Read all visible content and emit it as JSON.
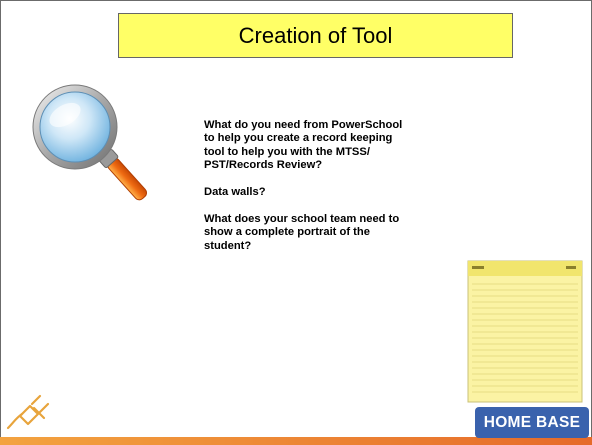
{
  "slide": {
    "title": "Creation of Tool",
    "paragraphs": [
      "What do you need from PowerSchool to help you create a record keeping tool to help you with the MTSS/ PST/Records Review?",
      "Data walls?",
      "What does your school team need to show a complete portrait of the student?"
    ],
    "logo_text": "HOME BASE"
  },
  "colors": {
    "title_background": "#ffff66",
    "bottom_bar": "#e98a35",
    "logo_background": "#3a62ad",
    "notepad_paper": "#fbf3a4"
  },
  "icons": {
    "magnifier": "magnifying-glass-icon",
    "notepad": "notepad-icon",
    "plug": "plug-icon"
  }
}
